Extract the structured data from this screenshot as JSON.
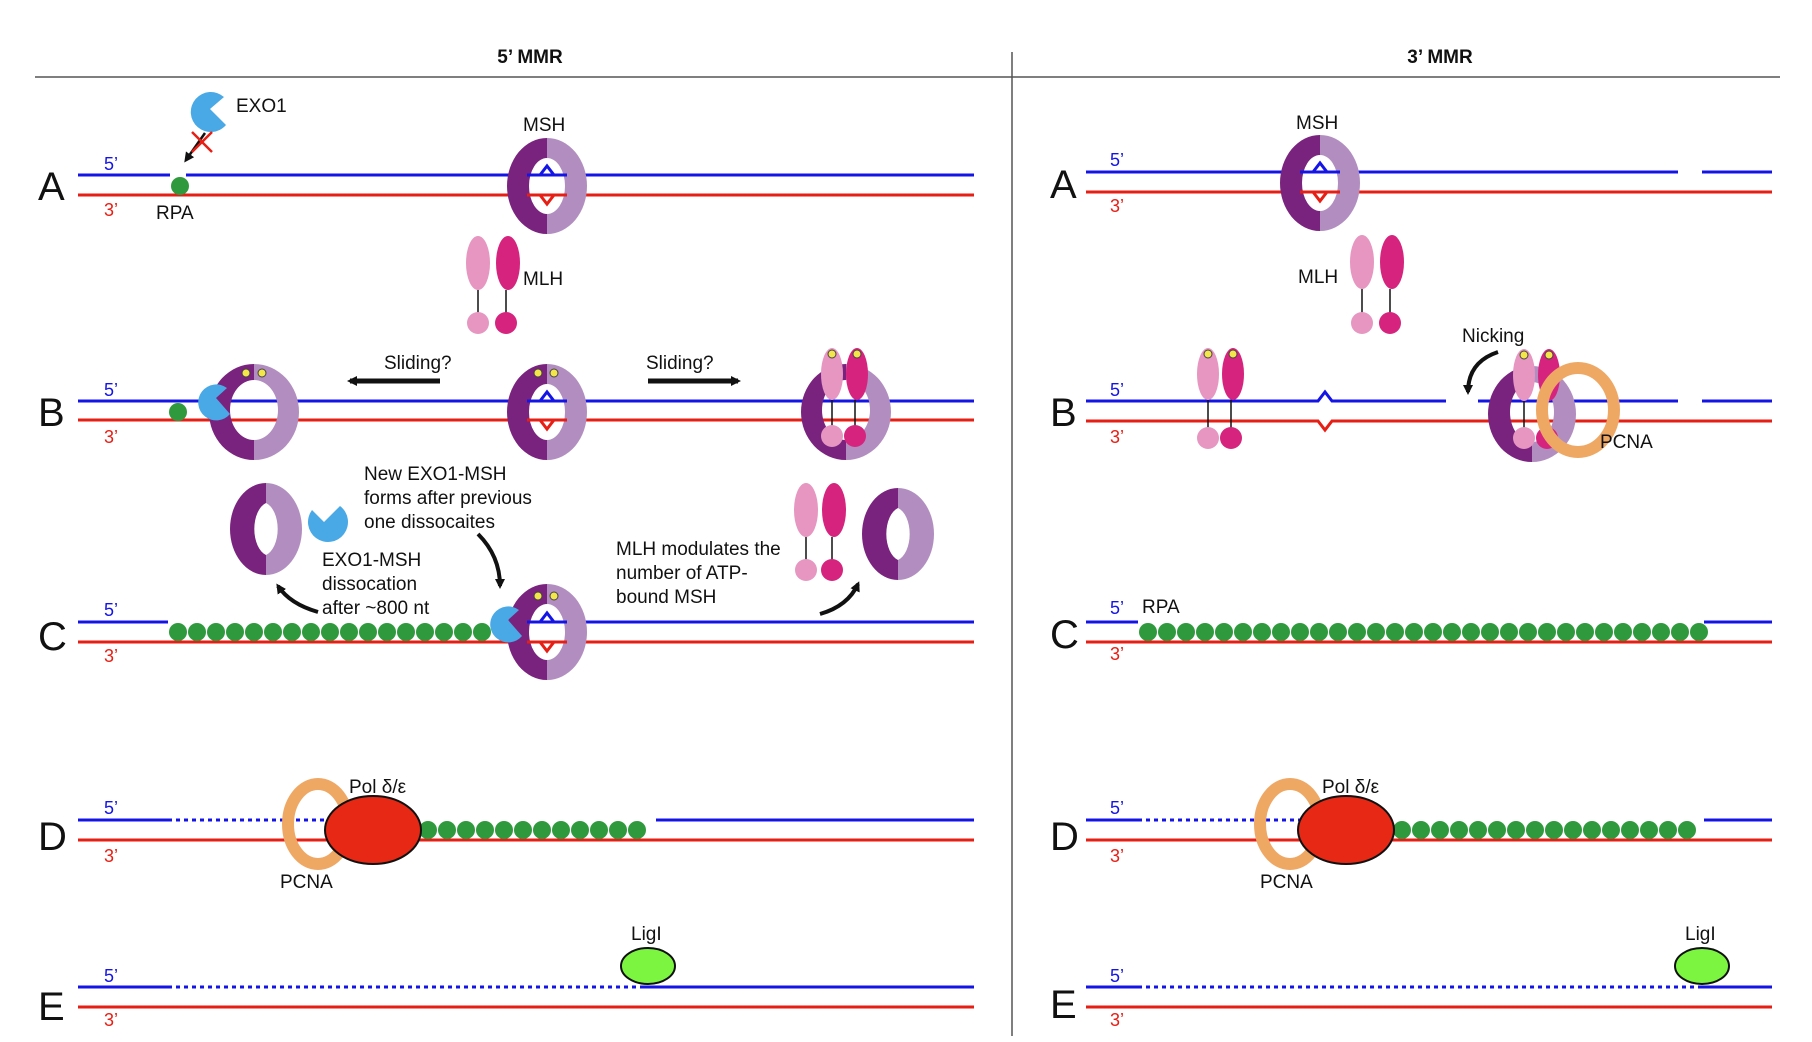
{
  "headers": {
    "left": "5’ MMR",
    "right": "3’ MMR"
  },
  "rows": {
    "A": "A",
    "B": "B",
    "C": "C",
    "D": "D",
    "E": "E"
  },
  "strands": {
    "top": "5’",
    "bottom": "3’"
  },
  "labels": {
    "exo1": "EXO1",
    "msh": "MSH",
    "mlh": "MLH",
    "rpa": "RPA",
    "pcna": "PCNA",
    "pol": "Pol δ/ε",
    "lig": "LigI",
    "nicking": "Nicking",
    "sliding": "Sliding?"
  },
  "notes": {
    "new_exo1": [
      "New EXO1-MSH",
      "forms after previous",
      "one dissocaites"
    ],
    "exo1_dissoc": [
      "EXO1-MSH",
      "dissocation",
      "after ~800 nt"
    ],
    "mlh_mod": [
      "MLH modulates the",
      "number of ATP-",
      "bound MSH"
    ]
  },
  "colors": {
    "top_strand": "#1414e6",
    "bottom_strand": "#e61e14",
    "msh_dark": "#7a237e",
    "msh_light": "#b28ec0",
    "mlh_light": "#e696c0",
    "mlh_dark": "#d6247e",
    "exo1": "#49a9e6",
    "rpa": "#2f9a3d",
    "pcna": "#eea864",
    "pol": "#e62814",
    "lig": "#7cf541",
    "atp": "#f2e64a"
  },
  "icons": [
    "exo1-icon",
    "msh-clamp-icon",
    "mlh-dimer-icon",
    "rpa-bead-icon",
    "pcna-ring-icon",
    "pol-ellipse-icon",
    "lig-ellipse-icon",
    "arrow-icon"
  ]
}
